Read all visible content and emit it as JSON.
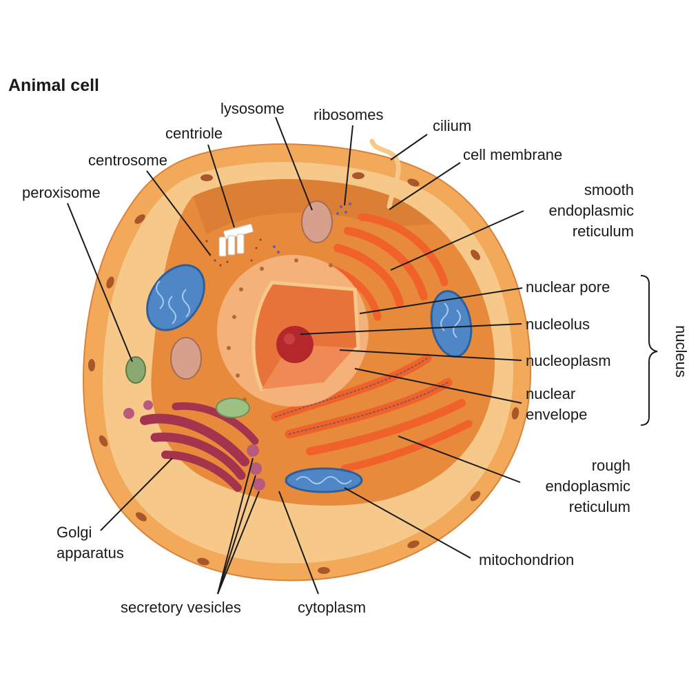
{
  "title": "Animal cell",
  "labels": {
    "lysosome": "lysosome",
    "ribosomes": "ribosomes",
    "cilium": "cilium",
    "centriole": "centriole",
    "centrosome": "centrosome",
    "cell_membrane": "cell membrane",
    "peroxisome": "peroxisome",
    "smooth_er": [
      "smooth",
      "endoplasmic",
      "reticulum"
    ],
    "nuclear_pore": "nuclear pore",
    "nucleolus": "nucleolus",
    "nucleoplasm": "nucleoplasm",
    "nuclear_envelope": [
      "nuclear",
      "envelope"
    ],
    "nucleus": "nucleus",
    "rough_er": [
      "rough",
      "endoplasmic",
      "reticulum"
    ],
    "golgi": [
      "Golgi",
      "apparatus"
    ],
    "mitochondrion": "mitochondrion",
    "secretory_vesicles": "secretory vesicles",
    "cytoplasm": "cytoplasm"
  },
  "colors": {
    "membrane_outer": "#f2a95a",
    "membrane_rim": "#f6c98a",
    "cytoplasm": "#e88a3c",
    "nucleus": "#f4b27a",
    "nucleus_inner": "#e8733a",
    "nucleolus": "#b4282c",
    "er": "#f0622a",
    "golgi": "#a4344e",
    "mitochondrion": "#4f86c6",
    "vesicle": "#b85a7c",
    "peroxisome": "#8aa870",
    "lysosome": "#d7a08c"
  }
}
